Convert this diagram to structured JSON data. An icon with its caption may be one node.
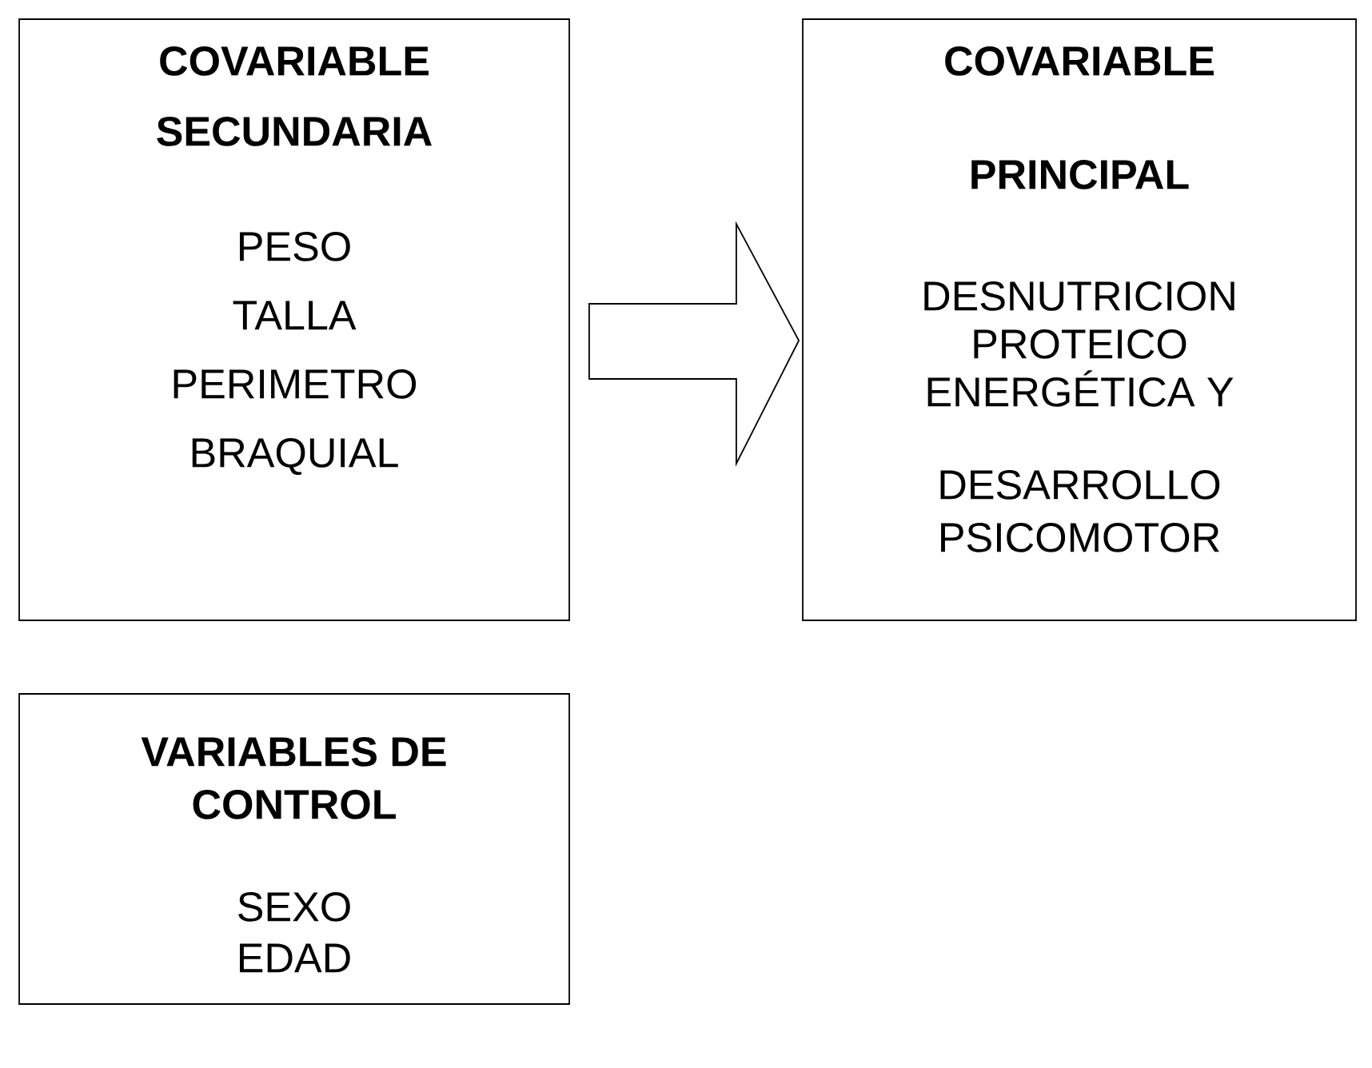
{
  "diagram": {
    "nodes": [
      {
        "text": [
          "COVARIABLE SECUNDARIA",
          "PESO",
          "TALLA",
          "PERIMETRO BRAQUIAL"
        ]
      },
      {
        "text": [
          "COVARIABLE PRINCIPAL",
          "DESNUTRICION PROTEICO ENERGÉTICA Y",
          "DESARROLLO PSICOMOTOR"
        ]
      },
      {
        "text": [
          "VARIABLES DE CONTROL",
          "SEXO EDAD"
        ]
      }
    ],
    "edges": [
      {
        "from": 0,
        "to": 1,
        "arrow": "to"
      }
    ]
  }
}
